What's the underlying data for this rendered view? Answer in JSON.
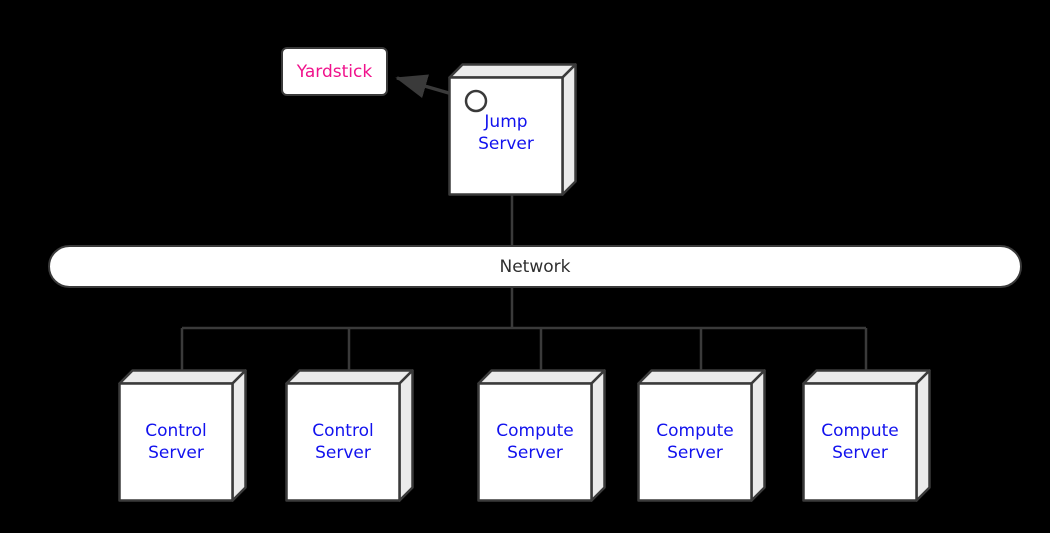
{
  "colors": {
    "background": "#000000",
    "node_fill": "#ffffff",
    "cube_face_fill": "#ebebeb",
    "line_stroke": "#3a3a3a",
    "server_label_text": "#1212ee",
    "yardstick_text": "#f0128c",
    "network_text": "#2e2e2e"
  },
  "diagram": {
    "yardstick": {
      "label": "Yardstick"
    },
    "jump_server": {
      "label": "Jump Server"
    },
    "network": {
      "label": "Network"
    },
    "servers": [
      {
        "label": "Control Server"
      },
      {
        "label": "Control Server"
      },
      {
        "label": "Compute Server"
      },
      {
        "label": "Compute Server"
      },
      {
        "label": "Compute Server"
      }
    ]
  }
}
